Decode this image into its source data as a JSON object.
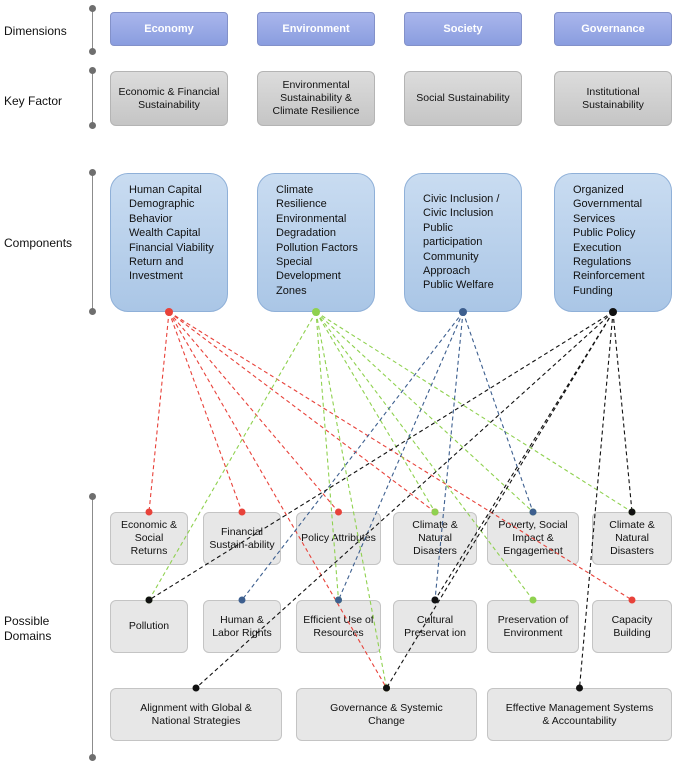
{
  "row_labels": {
    "dimensions": "Dimensions",
    "key_factor": "Key Factor",
    "components": "Components",
    "possible_domains": "Possible Domains"
  },
  "dimensions": [
    "Economy",
    "Environment",
    "Society",
    "Governance"
  ],
  "key_factors": [
    "Economic & Financial Sustainability",
    "Environmental Sustainability & Climate Resilience",
    "Social Sustainability",
    "Institutional Sustainability"
  ],
  "components": [
    [
      "Human Capital",
      "Demographic Behavior",
      "Wealth Capital",
      "Financial Viability",
      "Return and Investment"
    ],
    [
      "Climate Resilience",
      "Environmental Degradation",
      "Pollution Factors",
      "Special Development Zones"
    ],
    [
      "Civic Inclusion / Civic Inclusion",
      "Public participation",
      "Community Approach",
      "Public Welfare"
    ],
    [
      "Organized Governmental Services",
      "Public Policy Execution",
      "Regulations Reinforcement",
      "Funding"
    ]
  ],
  "domains": {
    "row1": [
      "Economic & Social Returns",
      "Financial Sustain-ability",
      "Policy Attributes",
      "Climate & Natural Disasters",
      "Poverty, Social Impact & Engagement",
      "Climate & Natural Disasters"
    ],
    "row2": [
      "Pollution",
      "Human & Labor Rights",
      "Efficient Use of Resources",
      "Cultural Preservat ion",
      "Preservation of Environment",
      "Capacity Building"
    ],
    "row3": [
      "Alignment with Global & National Strategies",
      "Governance & Systemic Change",
      "Effective Management Systems & Accountability"
    ]
  },
  "colors": {
    "economy": "#e8423a",
    "environment": "#8fd14f",
    "society": "#3d5f8f",
    "governance": "#111111"
  },
  "links": {
    "economy": [
      "r1-0",
      "r1-1",
      "r1-2",
      "r1-3",
      "r2-5",
      "r3-1"
    ],
    "environment": [
      "r1-3",
      "r1-4",
      "r1-5",
      "r2-2",
      "r2-4",
      "r3-1",
      "r2-0"
    ],
    "society": [
      "r2-1",
      "r2-2",
      "r2-3",
      "r1-4"
    ],
    "governance": [
      "r1-5",
      "r2-3",
      "r3-0",
      "r3-1",
      "r3-2",
      "r2-0"
    ]
  }
}
